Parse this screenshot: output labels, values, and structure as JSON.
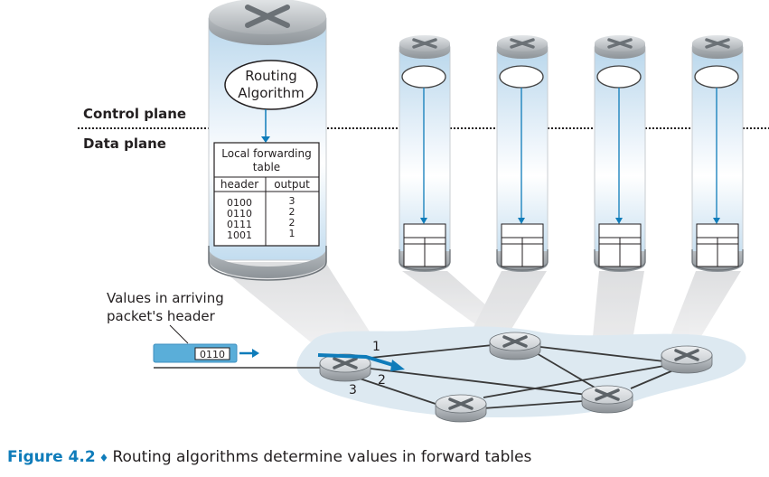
{
  "planes": {
    "control": "Control plane",
    "data": "Data plane"
  },
  "main_router": {
    "algorithm_label_line1": "Routing",
    "algorithm_label_line2": "Algorithm",
    "table": {
      "title_line1": "Local forwarding",
      "title_line2": "table",
      "columns": [
        "header",
        "output"
      ],
      "rows": [
        {
          "header": "0100",
          "output": "3"
        },
        {
          "header": "0110",
          "output": "2"
        },
        {
          "header": "0111",
          "output": "2"
        },
        {
          "header": "1001",
          "output": "1"
        }
      ]
    }
  },
  "other_router_count": 4,
  "packet": {
    "annotation_line1": "Values in arriving",
    "annotation_line2": "packet's header",
    "header_value": "0110"
  },
  "ports": {
    "p1": "1",
    "p2": "2",
    "p3": "3"
  },
  "caption": {
    "figure_number": "Figure 4.2",
    "separator": "♦",
    "text": "Routing algorithms determine values in forward tables"
  },
  "colors": {
    "accent_blue": "#0f7cba",
    "packet_blue": "#5aaed9",
    "cylinder_blue": "#c5dff0",
    "network_cloud": "#dde9f1"
  }
}
